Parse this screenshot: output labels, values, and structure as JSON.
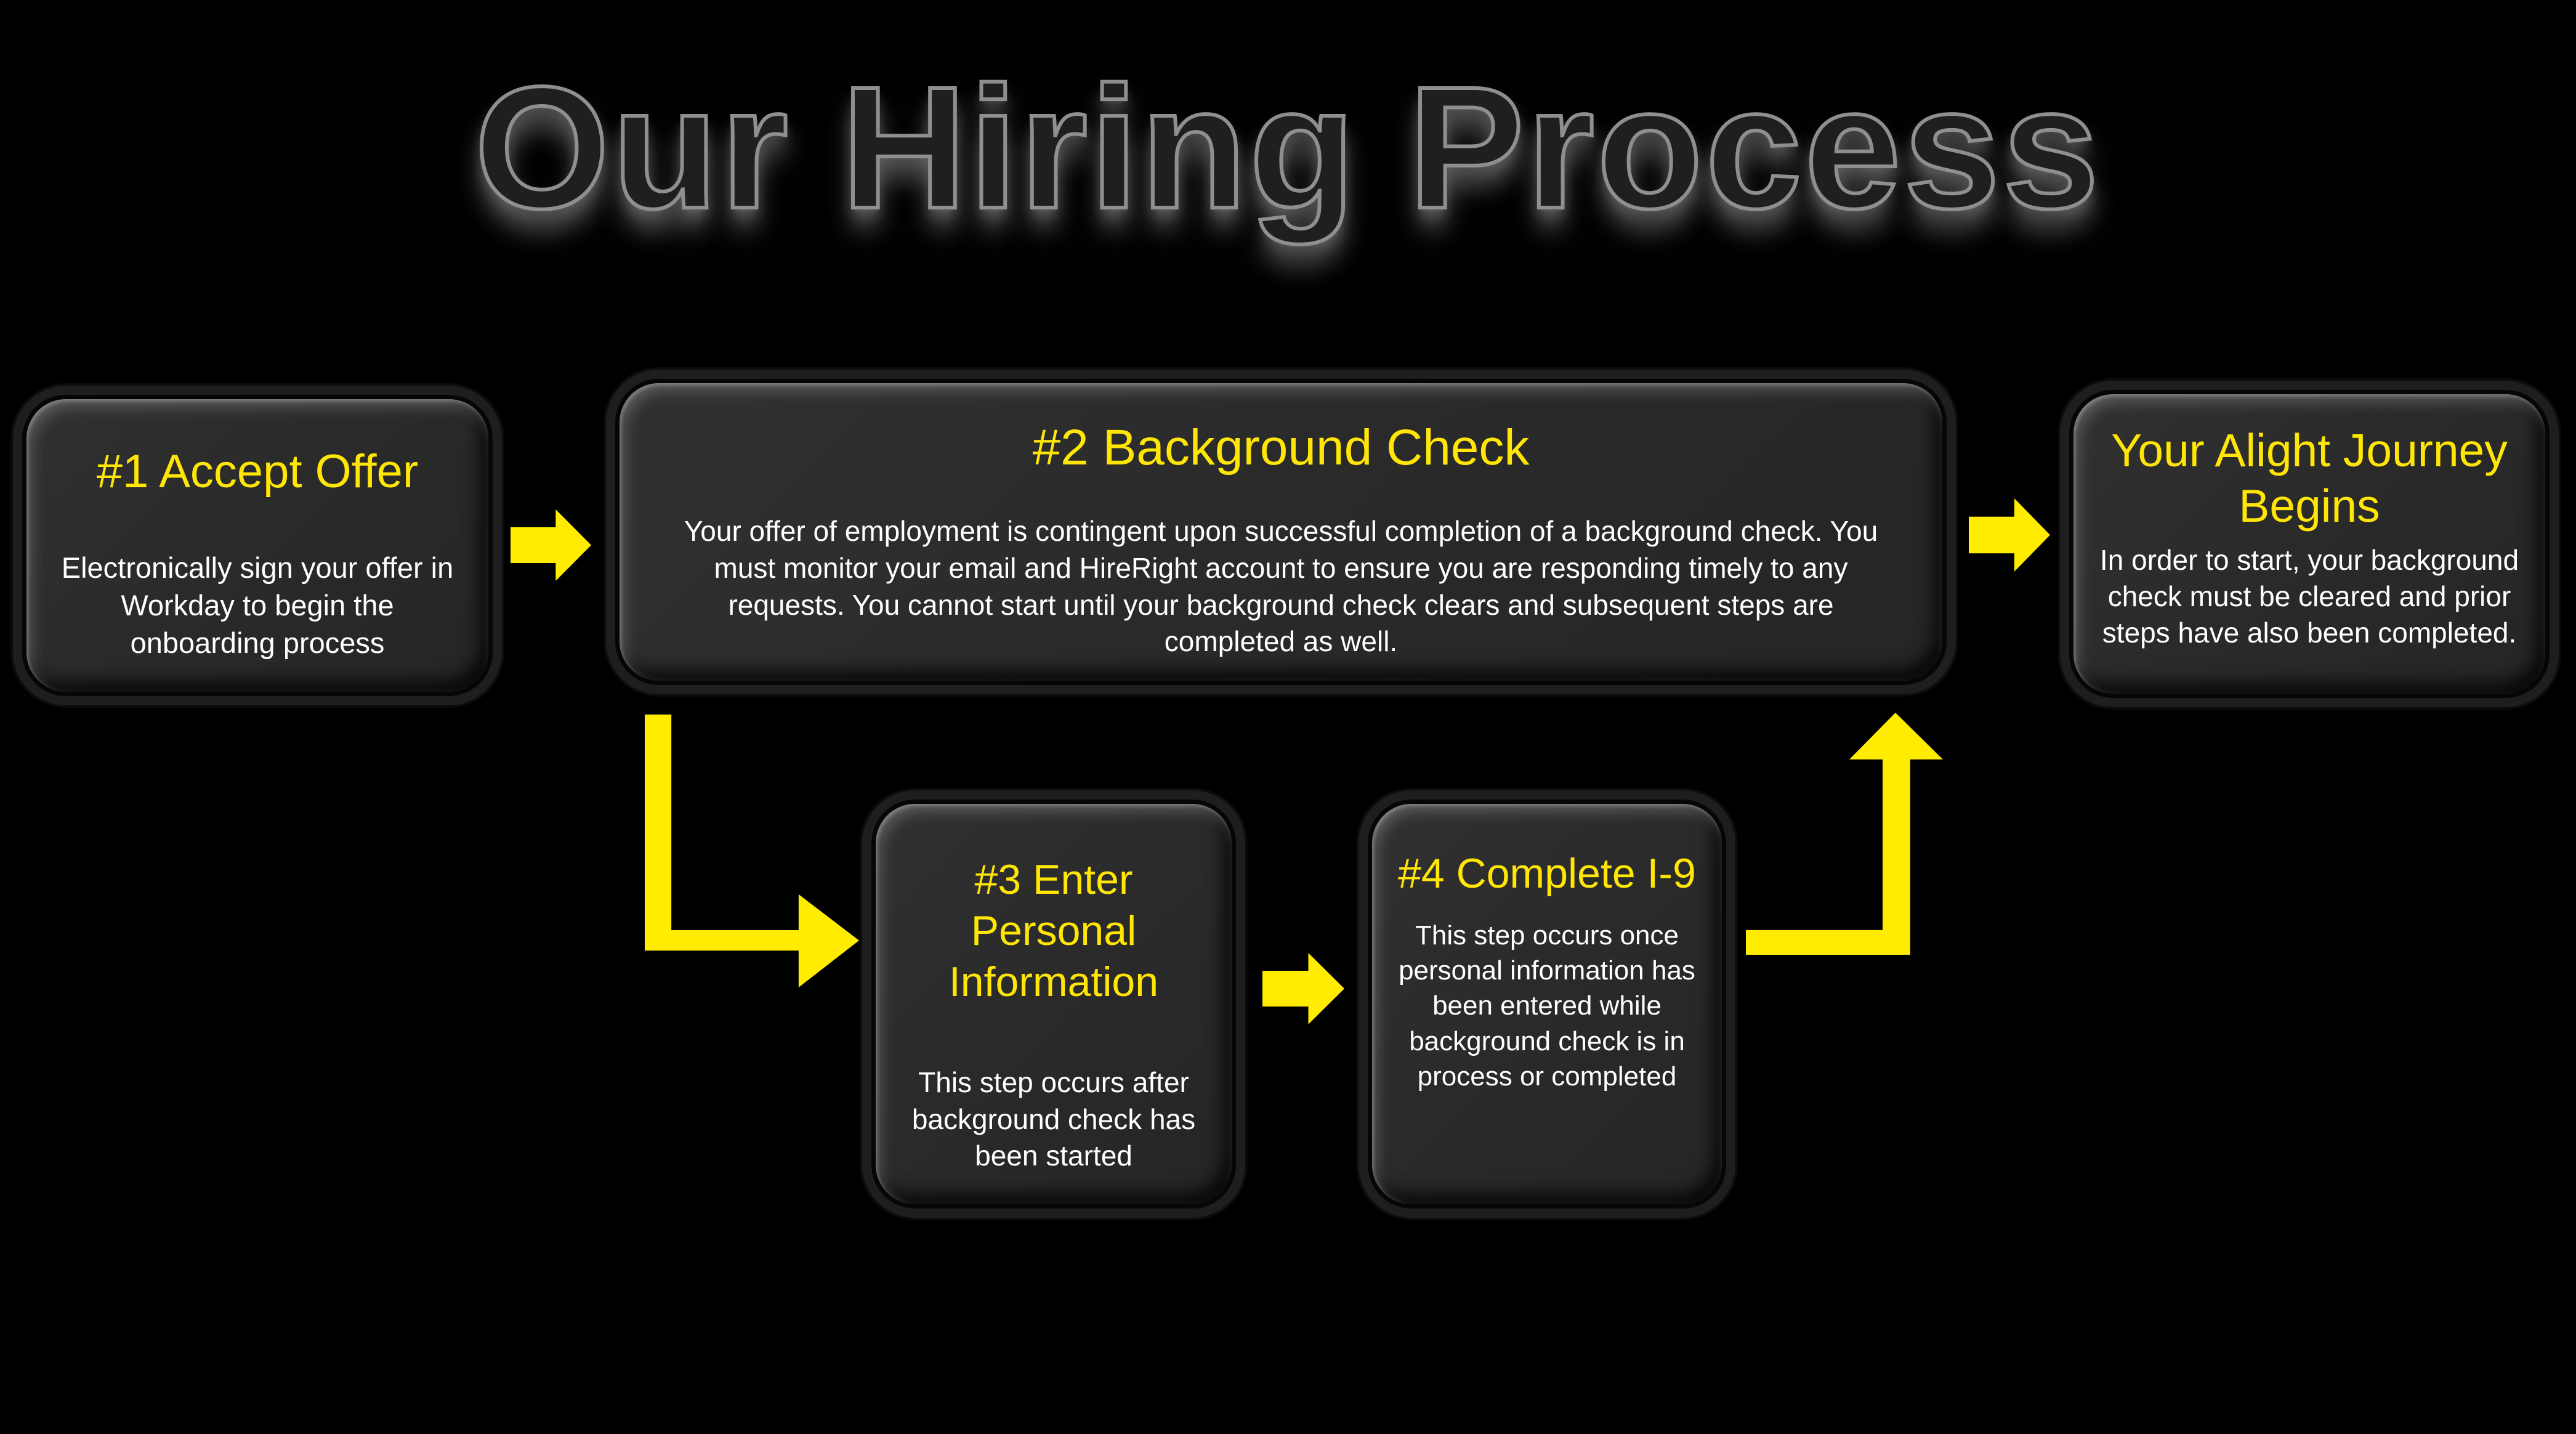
{
  "slide": {
    "title": "Our Hiring Process"
  },
  "colors": {
    "background": "#000000",
    "box_fill": "#2b2b2b",
    "heading_yellow": "#ffe606",
    "body_white": "#ffffff",
    "arrow_yellow": "#ffec00",
    "title_outline_gray": "#8f8f8f"
  },
  "boxes": {
    "step1": {
      "heading": "#1 Accept Offer",
      "body": "Electronically sign your offer in Workday to begin the onboarding process"
    },
    "step2": {
      "heading": "#2 Background Check",
      "body": "Your offer of employment is contingent upon successful completion of a background check. You must monitor your email and HireRight account to ensure you are responding timely to any requests. You cannot start until your background check clears and subsequent steps are completed as well."
    },
    "step3": {
      "heading": "#3 Enter Personal Information",
      "body": "This step occurs after background check has been started"
    },
    "step4": {
      "heading": "#4 Complete I-9",
      "body": "This step occurs once personal information has been entered while background check is in process or completed"
    },
    "final": {
      "heading": "Your Alight Journey Begins",
      "body": "In order to start, your background check must be cleared and prior steps have also been completed."
    }
  },
  "arrows": [
    {
      "name": "arrow-step1-to-step2",
      "direction": "right"
    },
    {
      "name": "arrow-step2-to-final",
      "direction": "right"
    },
    {
      "name": "arrow-step2-to-step3",
      "direction": "down-then-right"
    },
    {
      "name": "arrow-step3-to-step4",
      "direction": "right"
    },
    {
      "name": "arrow-step4-to-step2",
      "direction": "right-then-up"
    }
  ]
}
